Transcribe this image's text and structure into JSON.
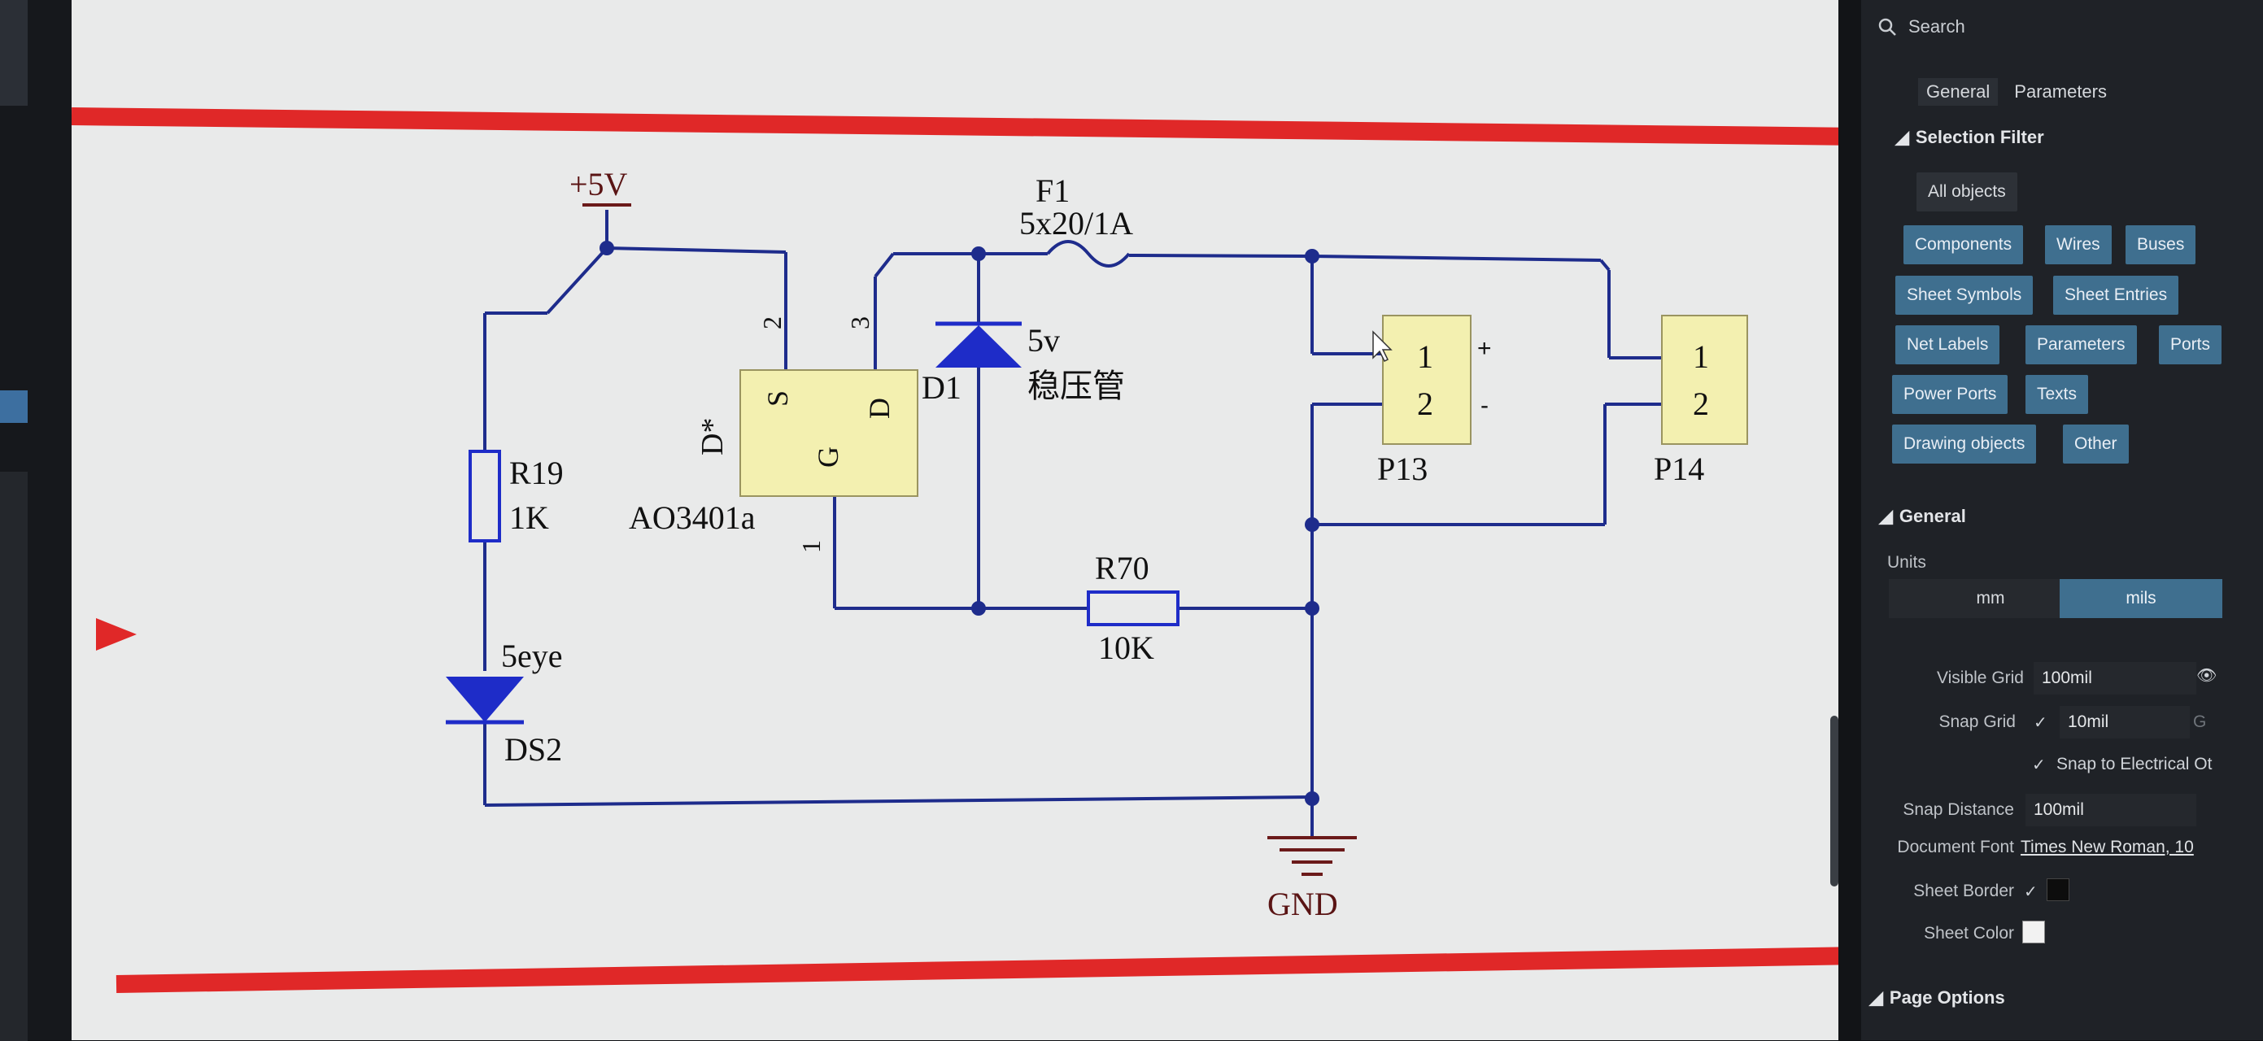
{
  "schematic": {
    "power_label": "+5V",
    "fuse_ref": "F1",
    "fuse_value": "5x20/1A",
    "zener_value": "5v",
    "zener_ref": "D1",
    "zener_desc": "稳压管",
    "mosfet_ref": "D*",
    "mosfet_part": "AO3401a",
    "pin_s": "S",
    "pin_g": "G",
    "pin_d": "D",
    "pin2": "2",
    "pin3": "3",
    "pin1": "1",
    "r19_ref": "R19",
    "r19_val": "1K",
    "led_val": "5eye",
    "led_ref": "DS2",
    "r70_ref": "R70",
    "r70_val": "10K",
    "p13_pin1": "1",
    "p13_pin2": "2",
    "p13_plus": "+",
    "p13_minus": "-",
    "p13_ref": "P13",
    "p14_pin1": "1",
    "p14_pin2": "2",
    "p14_ref": "P14",
    "gnd_label": "GND"
  },
  "panel": {
    "search_placeholder": "Search",
    "tabs": [
      "General",
      "Parameters"
    ],
    "selection_filter_title": "Selection Filter",
    "all_objects": "All objects",
    "filters": [
      "Components",
      "Wires",
      "Buses",
      "Sheet Symbols",
      "Sheet Entries",
      "Net Labels",
      "Parameters",
      "Ports",
      "Power Ports",
      "Texts",
      "Drawing objects",
      "Other"
    ],
    "general_title": "General",
    "units_label": "Units",
    "unit_mm": "mm",
    "unit_mils": "mils",
    "visible_grid_label": "Visible Grid",
    "visible_grid_value": "100mil",
    "snap_grid_label": "Snap Grid",
    "snap_grid_value": "10mil",
    "snap_grid_key": "G",
    "snap_electrical": "Snap to Electrical Ot",
    "snap_distance_label": "Snap Distance",
    "snap_distance_value": "100mil",
    "document_font_label": "Document Font",
    "document_font_value": "Times New Roman, 10",
    "sheet_border_label": "Sheet Border",
    "sheet_color_label": "Sheet Color",
    "page_options_title": "Page Options"
  },
  "colors": {
    "wire": "#1e2c8c",
    "border_red": "#e02828",
    "component_fill": "#f3f0b0",
    "text_dark": "#5a1414",
    "chip_blue": "#3f6f8f"
  }
}
